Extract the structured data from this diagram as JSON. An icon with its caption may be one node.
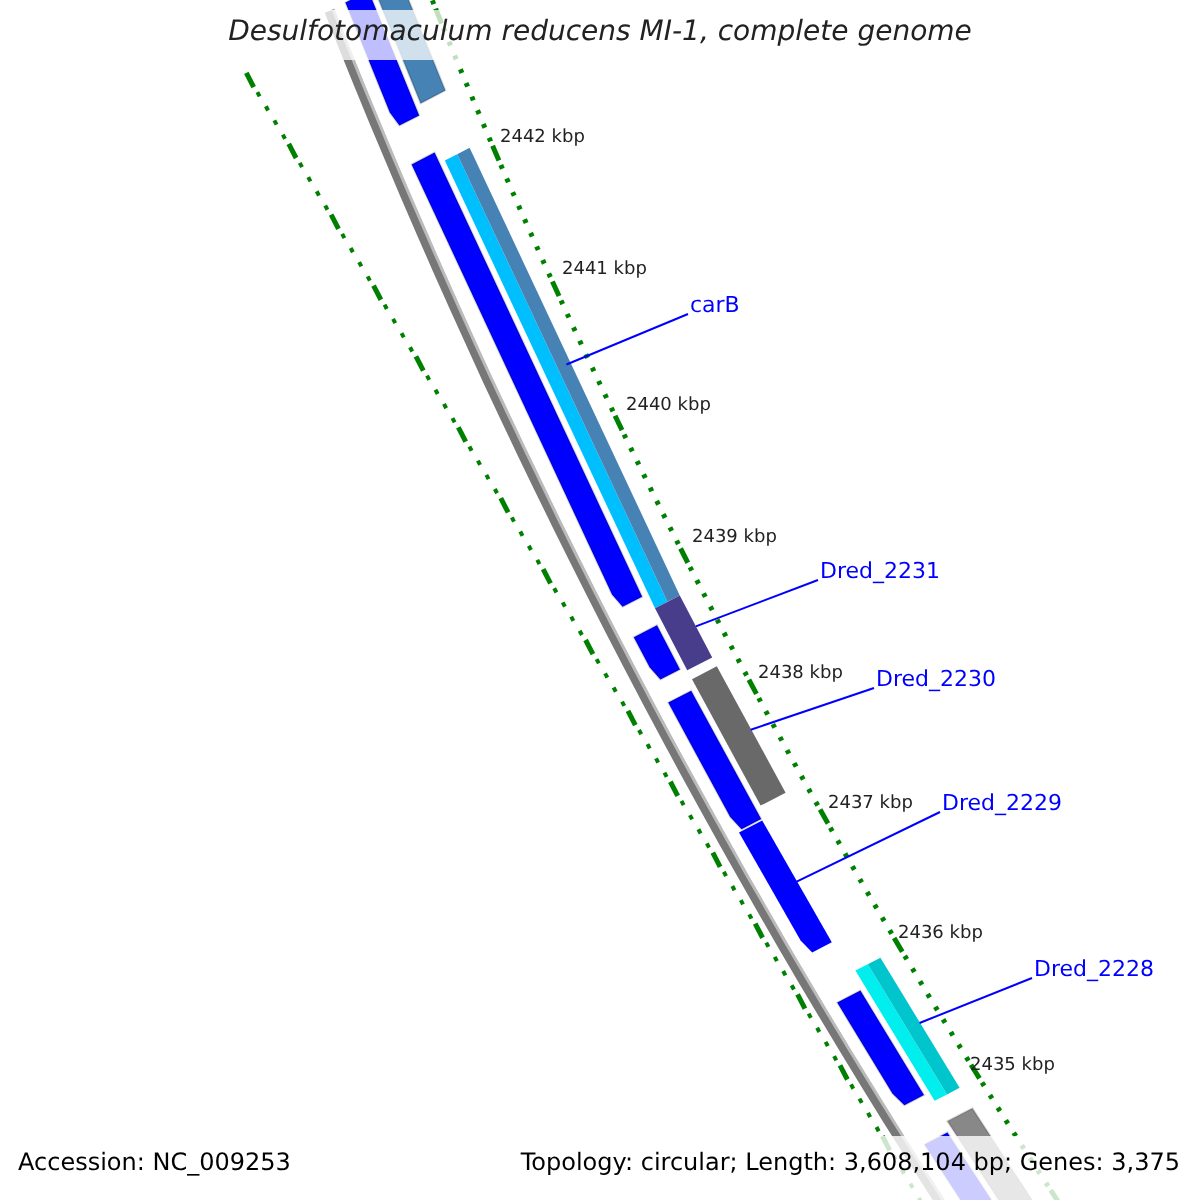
{
  "diagram": {
    "title": "Desulfotomaculum reducens MI-1, complete genome",
    "nodes": [
      {
        "text": [
          "carB"
        ]
      },
      {
        "text": [],
        "shape": "bar"
      },
      {
        "text": [
          "Dred_2231"
        ]
      },
      {
        "text": [],
        "shape": "bar"
      },
      {
        "text": [
          "Dred_2230"
        ]
      },
      {
        "text": [],
        "shape": "bar"
      },
      {
        "text": [
          "Dred_2229"
        ]
      },
      {
        "text": [],
        "shape": "bar"
      },
      {
        "text": [
          "Dred_2228"
        ]
      },
      {
        "text": [],
        "shape": "bar"
      }
    ],
    "edges": [
      {
        "from": 0,
        "to": 1,
        "arrow": "none"
      },
      {
        "from": 2,
        "to": 3,
        "arrow": "none"
      },
      {
        "from": 4,
        "to": 5,
        "arrow": "none"
      },
      {
        "from": 6,
        "to": 7,
        "arrow": "none"
      },
      {
        "from": 8,
        "to": 9,
        "arrow": "none"
      }
    ],
    "labels": [
      "2442 kbp",
      "2441 kbp",
      "2440 kbp",
      "2439 kbp",
      "2438 kbp",
      "2437 kbp",
      "2436 kbp",
      "2435 kbp",
      "Accession: NC_009253",
      "Topology: circular; Length: 3,608,104 bp; Genes: 3,375"
    ]
  }
}
